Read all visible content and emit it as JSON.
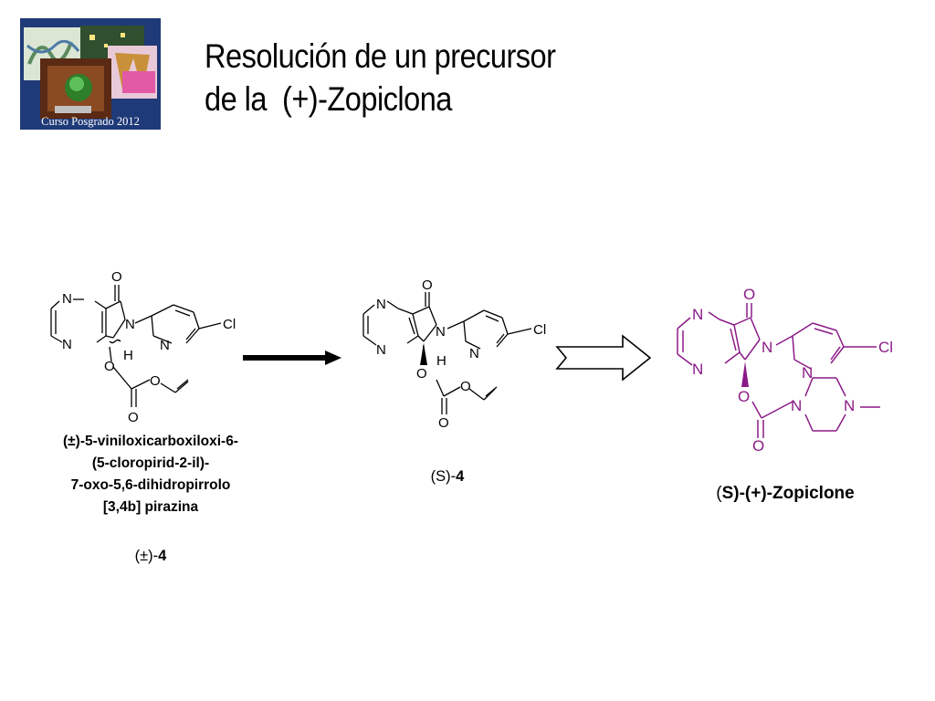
{
  "logo": {
    "caption": "Curso Posgrado 2012"
  },
  "title": {
    "line1": "Resolución de un precursor",
    "line2": "de la  (+)-Zopiclona"
  },
  "colors": {
    "text": "#000000",
    "product": "#8b1a87",
    "logo_bg": "#1f3a78"
  },
  "atoms": {
    "N": "N",
    "O": "O",
    "Cl": "Cl",
    "H": "H"
  },
  "compounds": {
    "racemic": {
      "name_lines": [
        "(±)-5-viniloxicarboxiloxi-6-",
        "(5-cloropirid-2-il)-",
        "7-oxo-5,6-dihidropirrolo",
        "[3,4b] pirazina"
      ],
      "label_prefix": "(±)-",
      "label_number": "4"
    },
    "s_enantiomer": {
      "label_prefix": "(S)-",
      "label_number": "4"
    },
    "product": {
      "label_prefix": "(",
      "label_bold": "S)-(+)-Zopiclone"
    }
  }
}
